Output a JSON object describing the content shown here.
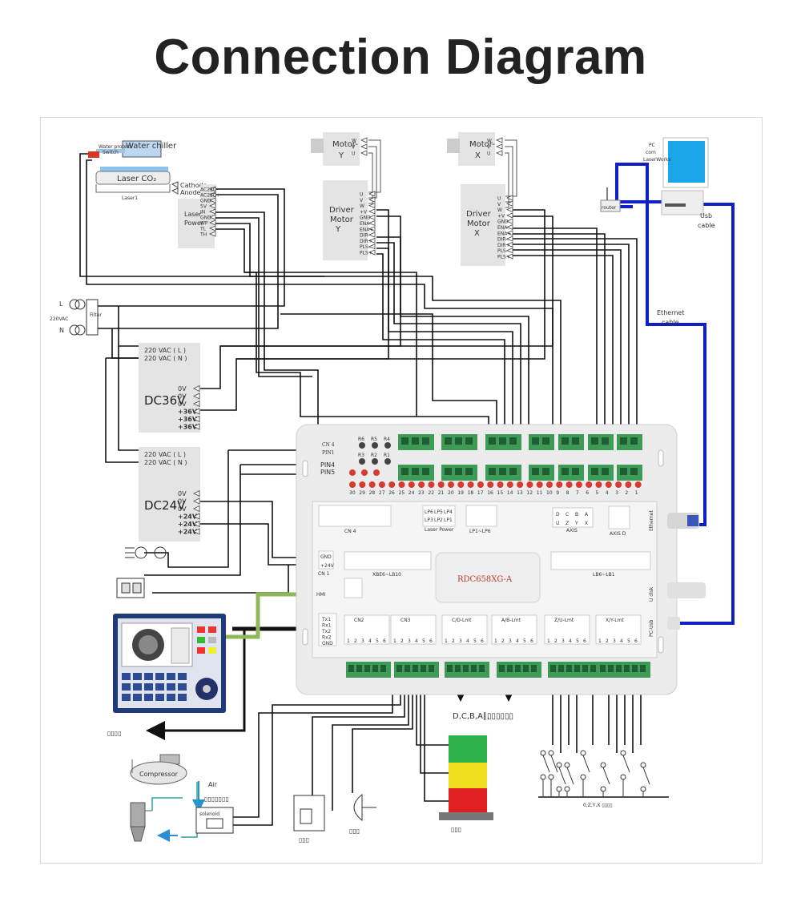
{
  "title": "Connection Diagram",
  "colors": {
    "wire": "#111111",
    "ethernet": "#1020c8",
    "hmi_wire": "#8fb85a",
    "box": "#e4e4e4",
    "board": "#ececec",
    "terminal": "#3e9a57",
    "led": "#d83a30",
    "tower_green": "#2eb24a",
    "tower_yellow": "#f0e020",
    "tower_red": "#e02020",
    "monitor": "#1aa6e8"
  },
  "water": {
    "protect": "Water protect",
    "switch": "Switch",
    "label": "Water chiller"
  },
  "laser_tube": {
    "label": "Laser CO₂",
    "sub": "Laser1"
  },
  "tube_terms": {
    "cathode": "Cathode",
    "anode": "Anode"
  },
  "laser_power": {
    "label1": "Laser",
    "label2": "Power",
    "pins": [
      "AC220-",
      "AC220+",
      "GND",
      "5V",
      "IN",
      "GND",
      "WP",
      "TL",
      "TH"
    ]
  },
  "motor_y": {
    "label1": "Motor-",
    "label2": "Y",
    "phase_pins": [
      "W",
      "V",
      "U"
    ]
  },
  "motor_x": {
    "label1": "Motor-",
    "label2": "X",
    "phase_pins": [
      "W",
      "V",
      "U"
    ]
  },
  "driver_y": {
    "l1": "Driver",
    "l2": "Motor",
    "l3": "Y",
    "pins": [
      "U",
      "V",
      "W",
      "+V",
      "GND",
      "ENA-",
      "ENA+",
      "DIR-",
      "DIR+",
      "PLS-",
      "PLS+"
    ]
  },
  "driver_x": {
    "l1": "Driver",
    "l2": "Motor",
    "l3": "X",
    "pins": [
      "U",
      "V",
      "W",
      "+V",
      "GND",
      "ENA-",
      "ENA+",
      "DIR-",
      "DIR+",
      "PLS-",
      "PLS+"
    ]
  },
  "pc": {
    "l1": "PC",
    "l2": "com",
    "l3": "LaserWorks",
    "router": "router",
    "usb1": "Usb",
    "usb2": "cable"
  },
  "ethernet": {
    "l1": "Ethernet",
    "l2": "cable"
  },
  "mains": {
    "l": "L",
    "n": "N",
    "v": "220VAC",
    "filter": "Filter"
  },
  "dc36": {
    "label": "DC36V",
    "inputs": [
      "220 VAC ( L )",
      "220 VAC ( N )"
    ],
    "outputs": [
      "0V",
      "0V",
      "0V",
      "+36V",
      "+36V",
      "+36V"
    ]
  },
  "dc24": {
    "label": "DC24V",
    "inputs": [
      "220 VAC ( L )",
      "220 VAC ( N )"
    ],
    "outputs": [
      "0V",
      "0V",
      "0V",
      "+24V",
      "+24V",
      "+24V"
    ]
  },
  "board": {
    "model": "RDC658XG-A",
    "cn4": "CN 4",
    "pin1": "PIN1",
    "pin4": "PIN4",
    "pin5": "PIN5",
    "cn1": [
      "GND",
      "+24V"
    ],
    "cn1_label": "CN 1",
    "hmi": "HMI",
    "eth": "Ethernet",
    "udisk": "U disk",
    "pcusb": "PC-Usb",
    "led_nums": [
      "30",
      "29",
      "28",
      "27",
      "26",
      "25",
      "24",
      "23",
      "22",
      "21",
      "20",
      "19",
      "18",
      "17",
      "16",
      "15",
      "14",
      "13",
      "12",
      "11",
      "10",
      "9",
      "8",
      "7",
      "6",
      "5",
      "4",
      "3",
      "2",
      "1"
    ],
    "led_mid": [
      "R6",
      "R5",
      "R4",
      "R3",
      "R2",
      "R1"
    ],
    "sec_cn4": "CN 4",
    "sec_laser_power": "Laser Power",
    "sec_lp": "LP1~LP6",
    "sec_axis": "AXIS",
    "sec_axis_d": "AXIS D",
    "sec_left_bus": "XBE6~LB10",
    "sec_right_bus": "LB6~LB1",
    "axis_cols": [
      "D",
      "C",
      "B",
      "A"
    ],
    "axis_row": [
      "U",
      "Z",
      "Y",
      "X"
    ],
    "lp": [
      "LP6",
      "LP5",
      "LP4",
      "LP3",
      "LP2",
      "LP1"
    ],
    "bottom_secs": [
      "CN2",
      "CN3",
      "C/D-Lmt",
      "A/B-Lmt",
      "Z/U-Lmt",
      "X/Y-Lmt"
    ],
    "rs": [
      "Tx1",
      "Rx1",
      "Tx2",
      "Rx2",
      "GND"
    ]
  },
  "bottom": {
    "dcba": "D,C,B,A∥,",
    "dcba_tail": "▯▯▯▯▯▯",
    "left_tail": "▯▯▯▯",
    "compressor": "Compressor",
    "air": "Air",
    "air_tail": "▯▯▯▯▯▯▯",
    "solenoid": "solenoid",
    "relay_tail": "▯▯▯",
    "buzz_tail": "▯▯▯",
    "tower_tail": "▯▯▯",
    "switch_tail": "0,Z,Y,X ▯▯▯▯"
  }
}
